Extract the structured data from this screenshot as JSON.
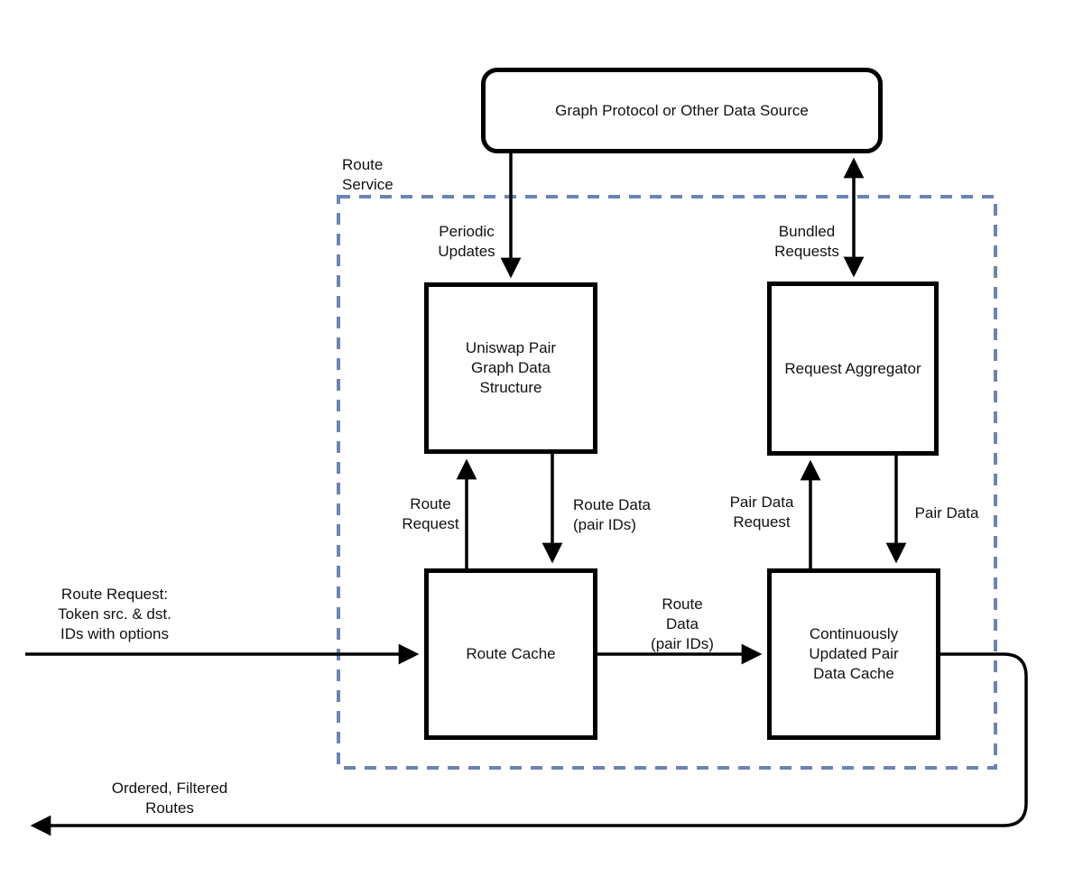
{
  "colors": {
    "node_border": "#000000",
    "connector": "#000000",
    "service_boundary": "#6b84b4",
    "background": "#ffffff",
    "text": "#111111"
  },
  "container": {
    "label": "Route\nService"
  },
  "nodes": {
    "external_source": {
      "label": "Graph Protocol or Other Data Source"
    },
    "pair_graph": {
      "label": "Uniswap Pair\nGraph Data\nStructure"
    },
    "request_aggregator": {
      "label": "Request Aggregator"
    },
    "route_cache": {
      "label": "Route Cache"
    },
    "pair_data_cache": {
      "label": "Continuously\nUpdated Pair\nData Cache"
    }
  },
  "edges": {
    "periodic_updates": {
      "label": "Periodic\nUpdates"
    },
    "bundled_requests": {
      "label": "Bundled\nRequests"
    },
    "route_request": {
      "label": "Route\nRequest"
    },
    "route_data_pair_ids": {
      "label": "Route Data\n(pair IDs)"
    },
    "pair_data_request": {
      "label": "Pair Data\nRequest"
    },
    "pair_data": {
      "label": "Pair Data"
    },
    "route_data_between_caches": {
      "label": "Route\nData\n(pair IDs)"
    },
    "input_request": {
      "label": "Route Request:\nToken src. & dst.\nIDs with options"
    },
    "output_routes": {
      "label": "Ordered, Filtered\nRoutes"
    }
  }
}
